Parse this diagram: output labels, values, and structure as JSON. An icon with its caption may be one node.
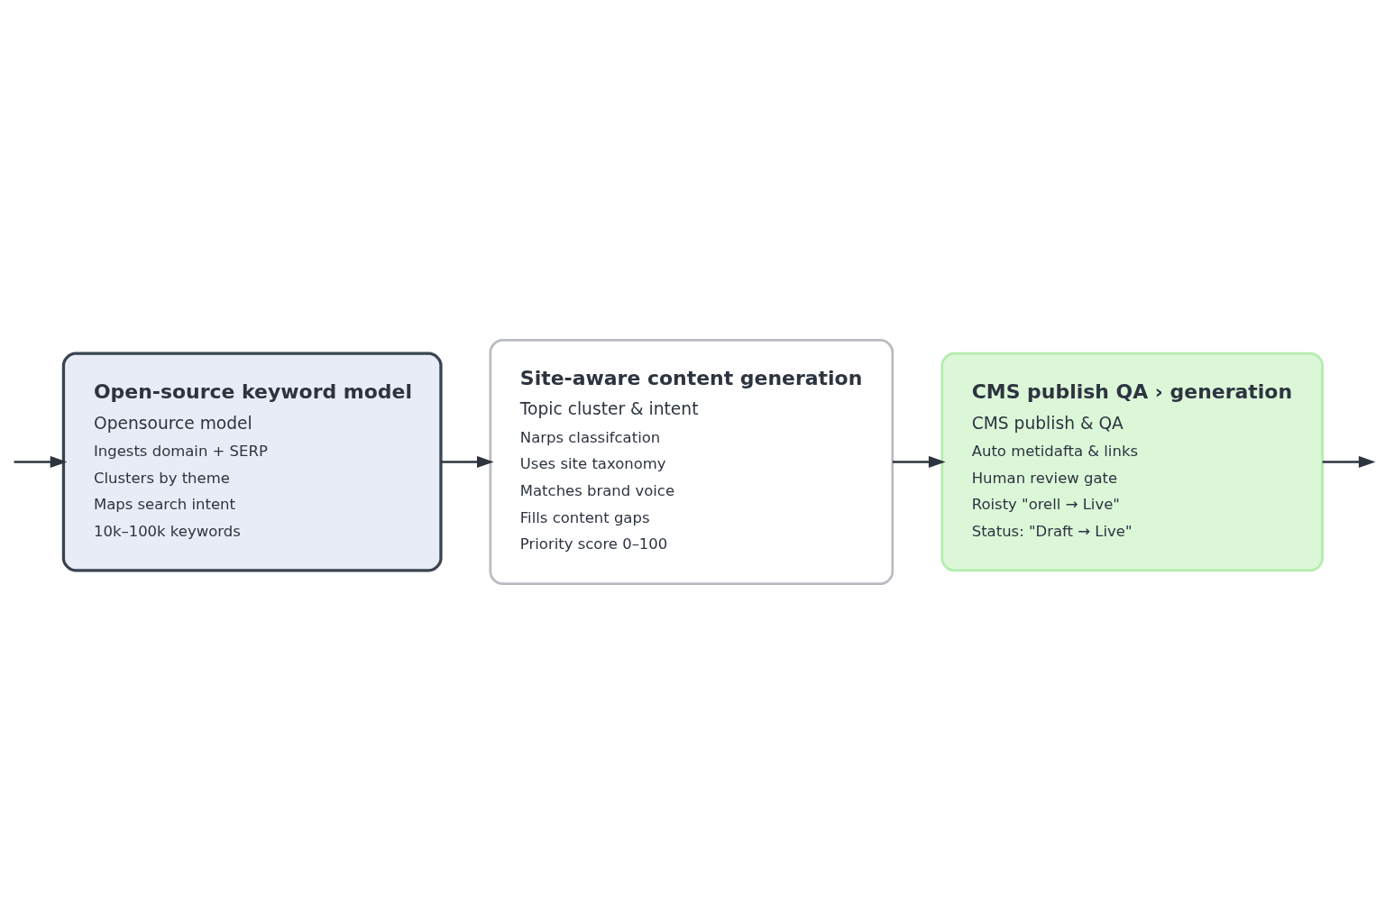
{
  "diagram": {
    "nodes": [
      {
        "text": [
          "Open-source keyword model",
          "Opensource model",
          "Ingests domain + SERP",
          "Clusters by theme",
          "Maps search intent",
          "10k–100k keywords"
        ]
      },
      {
        "text": [
          "Site-aware content generation",
          "Topic cluster & intent",
          "Narps classifcation",
          "Uses site taxonomy",
          "Matches brand voice",
          "Fills content gaps",
          "Priority score 0–100"
        ]
      },
      {
        "text": [
          "CMS publish QA › generation",
          "CMS publish & QA",
          "Auto metidafta & links",
          "Human review gate",
          "Roisty \"orell → Live\"",
          "Status: \"Draft → Live\""
        ]
      }
    ],
    "edges": [
      {
        "from": null,
        "to": 0,
        "arrow": "to"
      },
      {
        "from": 0,
        "to": 1,
        "arrow": "to"
      },
      {
        "from": 1,
        "to": 2,
        "arrow": "to"
      },
      {
        "from": 2,
        "to": null,
        "arrow": "to"
      }
    ]
  }
}
